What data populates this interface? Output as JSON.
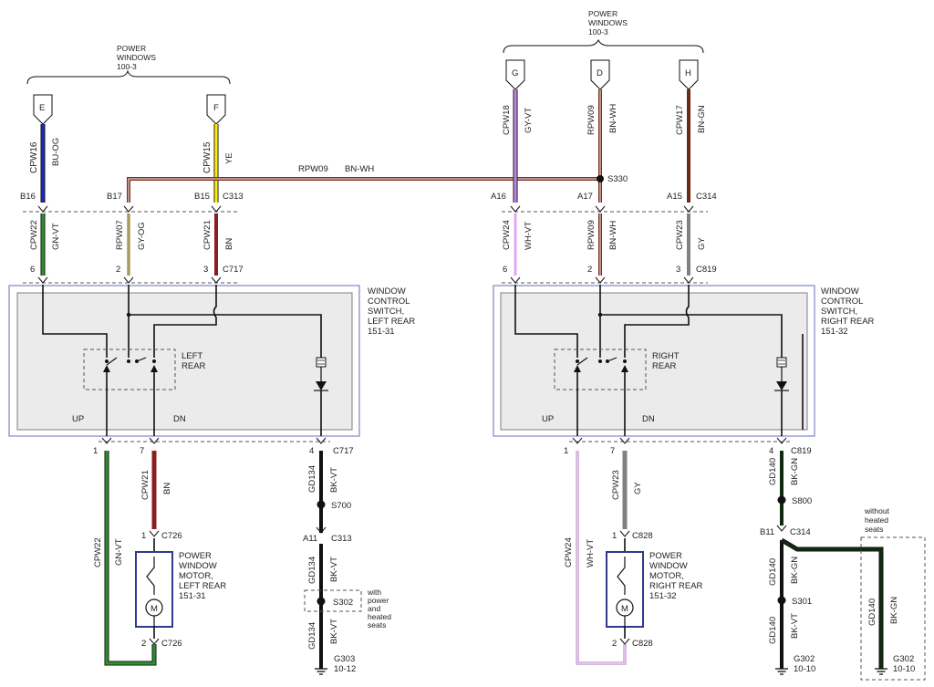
{
  "colors": {
    "BU-OG": "#1b2bb8",
    "YE": "#ffee00",
    "BN-WH": "#7a2a1f",
    "GN-VT": "#2f8f2f",
    "GY-OG": "#a89a5c",
    "BN": "#8b1f1f",
    "GY-VT": "#c084e0",
    "BN-GN": "#6b2a15",
    "WH-VT": "#e3a7f2",
    "GY": "#808080",
    "BK-VT": "#1a1a1a",
    "BK-GN": "#0f2a0f"
  },
  "top_refs": {
    "left": {
      "lines": [
        "POWER",
        "WINDOWS",
        "100-3"
      ]
    },
    "right": {
      "lines": [
        "POWER",
        "WINDOWS",
        "100-3"
      ]
    }
  },
  "connectors": {
    "E": "E",
    "F": "F",
    "G": "G",
    "D": "D",
    "H": "H"
  },
  "wires": {
    "cpw16": {
      "circuit": "CPW16",
      "color": "BU-OG"
    },
    "cpw15": {
      "circuit": "CPW15",
      "color": "YE"
    },
    "cpw18": {
      "circuit": "CPW18",
      "color": "GY-VT"
    },
    "rpw09_top": {
      "circuit": "RPW09",
      "color": "BN-WH"
    },
    "cpw17": {
      "circuit": "CPW17",
      "color": "BN-GN"
    },
    "rpw09_h": {
      "circuit": "RPW09",
      "color": "BN-WH"
    },
    "cpw22_l": {
      "circuit": "CPW22",
      "color": "GN-VT"
    },
    "rpw07": {
      "circuit": "RPW07",
      "color": "GY-OG"
    },
    "cpw21_l": {
      "circuit": "CPW21",
      "color": "BN"
    },
    "cpw24_r": {
      "circuit": "CPW24",
      "color": "WH-VT"
    },
    "rpw09_r": {
      "circuit": "RPW09",
      "color": "BN-WH"
    },
    "cpw23_r": {
      "circuit": "CPW23",
      "color": "GY"
    },
    "cpw21_b": {
      "circuit": "CPW21",
      "color": "BN"
    },
    "cpw22_b": {
      "circuit": "CPW22",
      "color": "GN-VT"
    },
    "gd134_a": {
      "circuit": "GD134",
      "color": "BK-VT"
    },
    "gd134_b": {
      "circuit": "GD134",
      "color": "BK-VT"
    },
    "gd134_c": {
      "circuit": "GD134",
      "color": "BK-VT"
    },
    "cpw23_b": {
      "circuit": "CPW23",
      "color": "GY"
    },
    "cpw24_b": {
      "circuit": "CPW24",
      "color": "WH-VT"
    },
    "gd140_a": {
      "circuit": "GD140",
      "color": "BK-GN"
    },
    "gd140_b": {
      "circuit": "GD140",
      "color": "BK-GN"
    },
    "gd140_c": {
      "circuit": "GD140",
      "color": "BK-VT"
    },
    "gd140_d": {
      "circuit": "GD140",
      "color": "BK-GN"
    }
  },
  "pins": {
    "b16": "B16",
    "b17": "B17",
    "b15": "B15",
    "c313": "C313",
    "a16": "A16",
    "a17": "A17",
    "a15": "A15",
    "c314": "C314",
    "l6": "6",
    "l2": "2",
    "l3": "3",
    "c717": "C717",
    "r6": "6",
    "r2": "2",
    "r3": "3",
    "c819": "C819",
    "lb1": "1",
    "lb7": "7",
    "lb4": "4",
    "c717b": "C717",
    "rb1": "1",
    "rb7": "7",
    "rb4": "4",
    "c819b": "C819",
    "m1": "1",
    "c726a": "C726",
    "m2": "2",
    "c726b": "C726",
    "rm1": "1",
    "c828a": "C828",
    "rm2": "2",
    "c828b": "C828",
    "a11": "A11",
    "c313b": "C313",
    "b11": "B11",
    "c314b": "C314"
  },
  "splices": {
    "s330": "S330",
    "s700": "S700",
    "s302": "S302",
    "s800": "S800",
    "s301": "S301"
  },
  "grounds": {
    "g303": {
      "id": "G303",
      "ref": "10-12"
    },
    "g302a": {
      "id": "G302",
      "ref": "10-10"
    },
    "g302b": {
      "id": "G302",
      "ref": "10-10"
    }
  },
  "switches": {
    "left": {
      "lines": [
        "WINDOW",
        "CONTROL",
        "SWITCH,",
        "LEFT REAR",
        "151-31"
      ],
      "label_lines": [
        "LEFT",
        "REAR"
      ],
      "up": "UP",
      "dn": "DN"
    },
    "right": {
      "lines": [
        "WINDOW",
        "CONTROL",
        "SWITCH,",
        "RIGHT REAR",
        "151-32"
      ],
      "label_lines": [
        "RIGHT",
        "REAR"
      ],
      "up": "UP",
      "dn": "DN"
    }
  },
  "motors": {
    "left": {
      "lines": [
        "POWER",
        "WINDOW",
        "MOTOR,",
        "LEFT REAR",
        "151-31"
      ],
      "symbol": "M"
    },
    "right": {
      "lines": [
        "POWER",
        "WINDOW",
        "MOTOR,",
        "RIGHT REAR",
        "151-32"
      ],
      "symbol": "M"
    }
  },
  "notes": {
    "with_power": [
      "with",
      "power",
      "and",
      "heated",
      "seats"
    ],
    "without_heated": [
      "without",
      "heated",
      "seats"
    ]
  }
}
